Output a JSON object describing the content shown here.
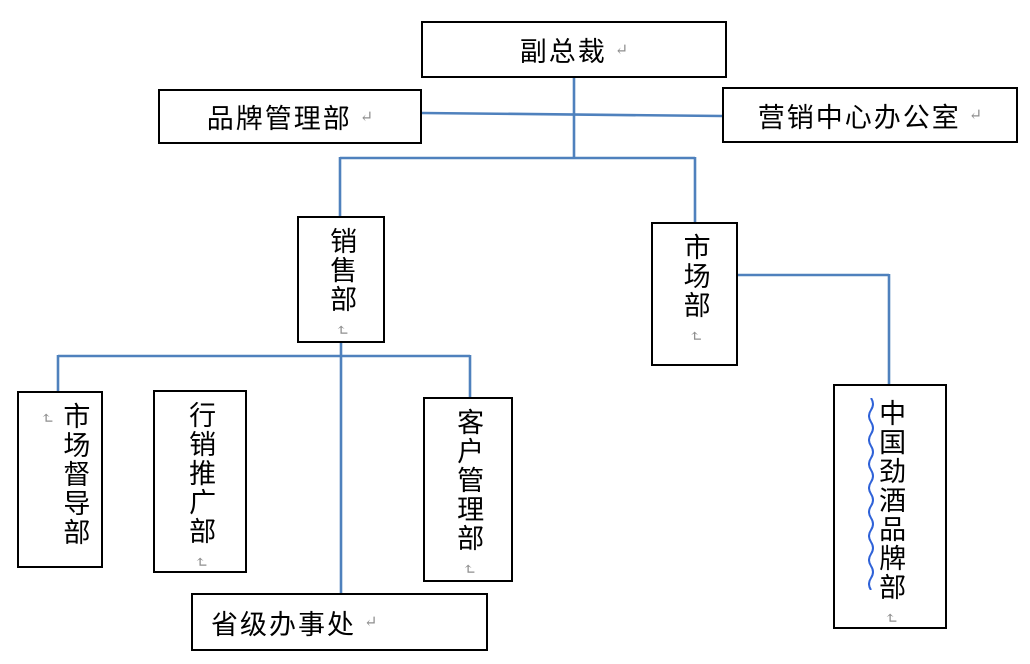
{
  "diagram": {
    "type": "org-chart",
    "paragraph_mark": "↵",
    "colors": {
      "connector": "#4f81bd",
      "box_border": "#000000",
      "text": "#000000",
      "paragraph_mark": "#8f8f8f",
      "spellcheck_squiggle": "#2f62d8"
    },
    "nodes": [
      {
        "id": "vice-president",
        "label": "副总裁",
        "orientation": "horizontal"
      },
      {
        "id": "brand-management",
        "label": "品牌管理部",
        "orientation": "horizontal"
      },
      {
        "id": "marketing-office",
        "label": "营销中心办公室",
        "orientation": "horizontal"
      },
      {
        "id": "sales-dept",
        "label": "销售部",
        "orientation": "vertical"
      },
      {
        "id": "market-dept",
        "label": "市场部",
        "orientation": "vertical"
      },
      {
        "id": "market-supervision",
        "label": "市场督导部",
        "orientation": "vertical"
      },
      {
        "id": "marketing-promotion",
        "label": "行销推广部",
        "orientation": "vertical"
      },
      {
        "id": "customer-management",
        "label": "客户管理部",
        "orientation": "vertical"
      },
      {
        "id": "provincial-office",
        "label": "省级办事处",
        "orientation": "horizontal"
      },
      {
        "id": "china-jing-brand",
        "label": "中国劲酒品牌部",
        "orientation": "vertical",
        "spellcheck_underline": true
      }
    ],
    "edges": [
      {
        "from": "副总裁",
        "to": "品牌管理部"
      },
      {
        "from": "副总裁",
        "to": "营销中心办公室"
      },
      {
        "from": "副总裁",
        "to": "销售部"
      },
      {
        "from": "副总裁",
        "to": "市场部"
      },
      {
        "from": "销售部",
        "to": "市场督导部"
      },
      {
        "from": "销售部",
        "to": "客户管理部"
      },
      {
        "from": "销售部",
        "to": "省级办事处"
      },
      {
        "from": "市场部",
        "to": "中国劲酒品牌部"
      }
    ]
  }
}
